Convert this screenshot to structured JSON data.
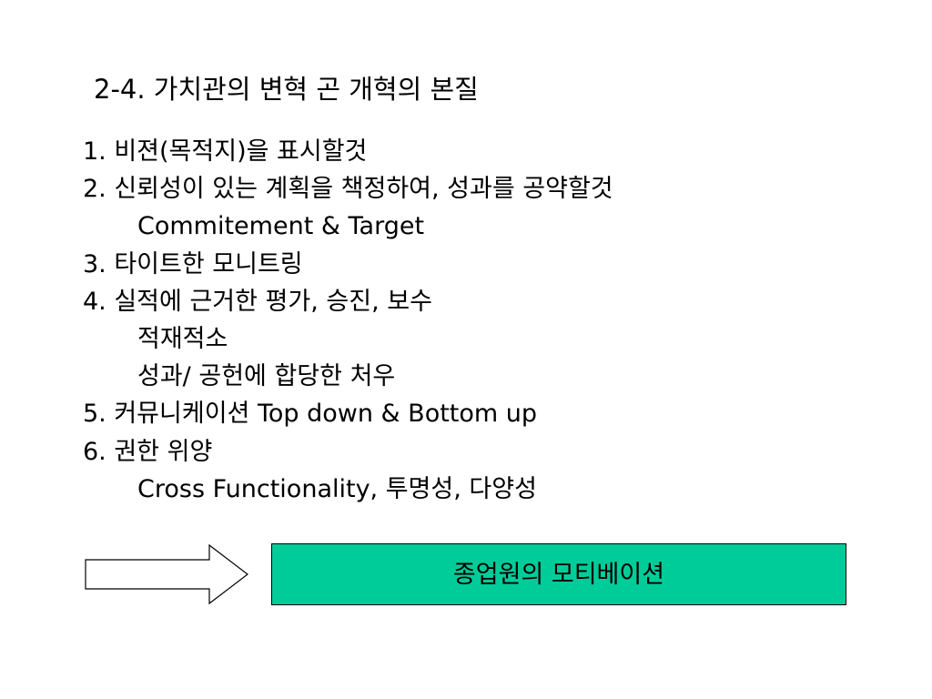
{
  "title": "2-4. 가치관의 변혁  곤 개혁의 본질",
  "lines": [
    "1.  비젼(목적지)을 표시할것",
    "2.   신뢰성이 있는 계획을 책정하여, 성과를 공약할것",
    "Commitement & Target",
    "3. 타이트한 모니트링",
    "4. 실적에 근거한 평가, 승진, 보수",
    "적재적소",
    "성과/ 공헌에 합당한 처우",
    "5. 커뮤니케이션 Top down & Bottom up",
    "6. 권한 위양",
    "Cross Functionality, 투명성, 다양성"
  ],
  "result": {
    "label": "종업원의 모티베이션",
    "fill_color": "#00cc99"
  },
  "arrow": {
    "icon": "right-arrow-icon"
  }
}
